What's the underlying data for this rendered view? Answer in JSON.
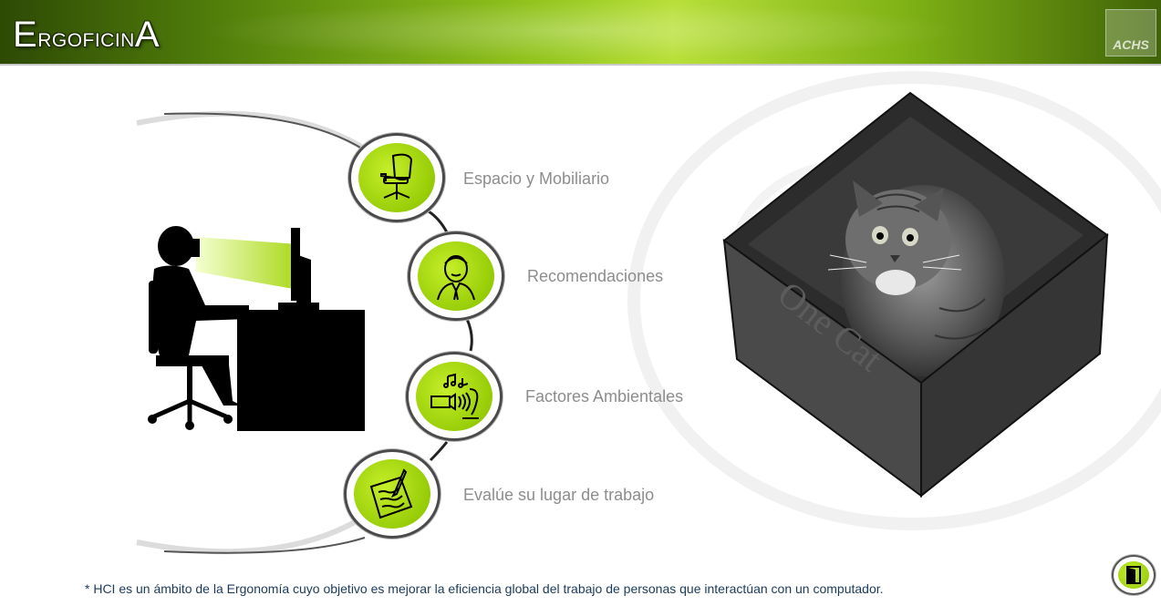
{
  "header": {
    "title": "ErgoficinA",
    "logo_text": "ACHS"
  },
  "menu": {
    "items": [
      {
        "id": "espacio",
        "label": "Espacio y Mobiliario",
        "icon": "office-chair-icon"
      },
      {
        "id": "recomendaciones",
        "label": "Recomendaciones",
        "icon": "man-portrait-icon"
      },
      {
        "id": "ambientales",
        "label": "Factores Ambientales",
        "icon": "sound-noise-icon"
      },
      {
        "id": "evalue",
        "label": "Evalúe su lugar de trabajo",
        "icon": "document-pen-icon"
      }
    ]
  },
  "illustrations": {
    "worker": "desk-worker-silhouette",
    "box": "cat-in-box-photo",
    "box_text": "One Cat"
  },
  "footer": {
    "note": "* HCI es un ámbito de la Ergonomía cuyo objetivo es mejorar la eficiencia global del trabajo de personas que interactúan con un computador."
  },
  "colors": {
    "accent_green": "#9ACD07",
    "header_dark": "#3f6307",
    "label_gray": "#8d8d8d",
    "footer_text": "#1b3a5a"
  }
}
